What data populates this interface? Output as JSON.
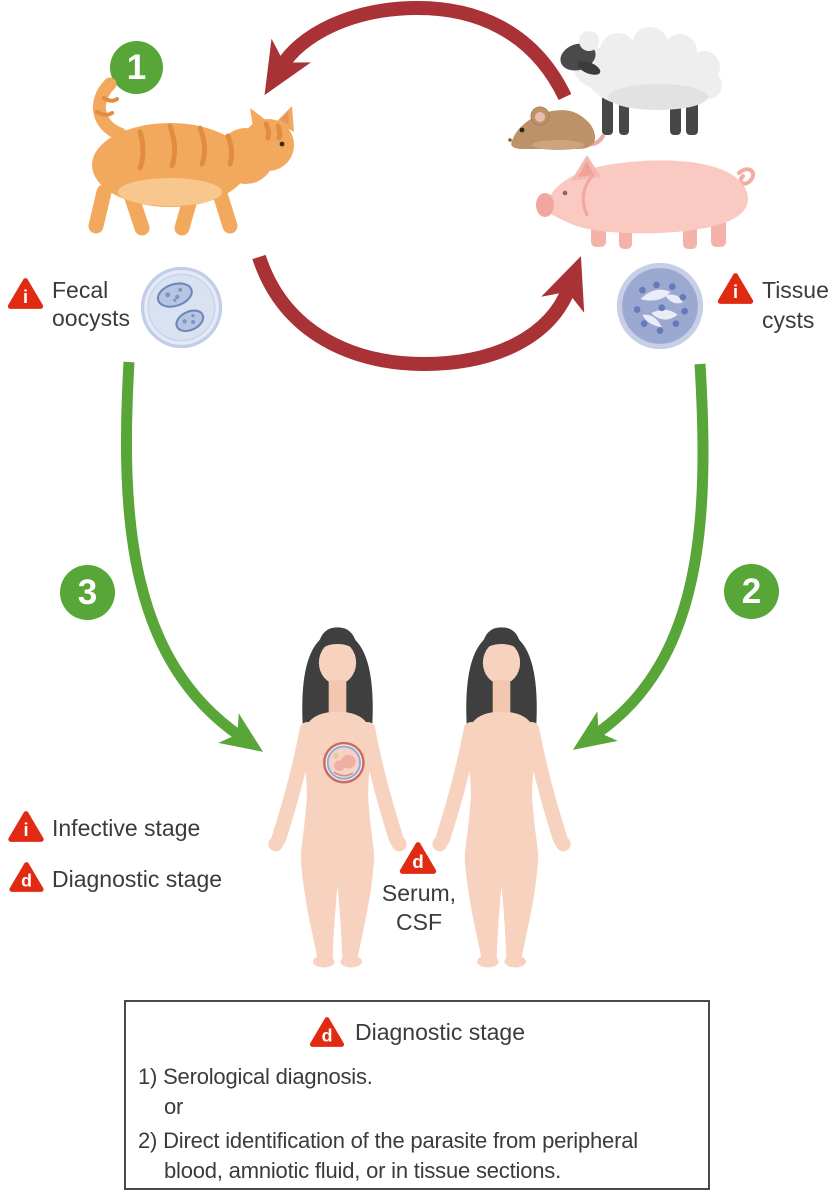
{
  "steps": {
    "one": "1",
    "two": "2",
    "three": "3"
  },
  "markers": {
    "infective_letter": "i",
    "diagnostic_letter": "d"
  },
  "labels": {
    "fecal_oocysts_line1": "Fecal",
    "fecal_oocysts_line2": "oocysts",
    "tissue_cysts_line1": "Tissue",
    "tissue_cysts_line2": "cysts",
    "serum_line1": "Serum,",
    "serum_line2": "CSF"
  },
  "legend": {
    "infective": "Infective stage",
    "diagnostic": "Diagnostic stage"
  },
  "info_box": {
    "title": "Diagnostic stage",
    "item1": "1) Serological diagnosis.",
    "conjunction": "or",
    "item2_line1": "2) Direct identification of the parasite from peripheral",
    "item2_line2": "blood, amniotic fluid, or in tissue sections."
  },
  "icons": [
    "cat-icon",
    "mouse-icon",
    "sheep-icon",
    "pig-icon",
    "fecal-oocyst-icon",
    "tissue-cyst-icon",
    "pregnant-woman-icon",
    "woman-icon",
    "fetus-icon",
    "warning-triangle-icon",
    "cycle-arrow-icon",
    "step-arrow-icon"
  ],
  "colors": {
    "step_green": "#57A637",
    "cycle_red": "#A83236",
    "alert_red": "#E02A12",
    "text": "#3B3B3B",
    "skin": "#F7D2BF",
    "hair": "#3F3F3F",
    "oocyst_blue": "#B6C5E2",
    "cyst_blue": "#9BA9D1"
  }
}
